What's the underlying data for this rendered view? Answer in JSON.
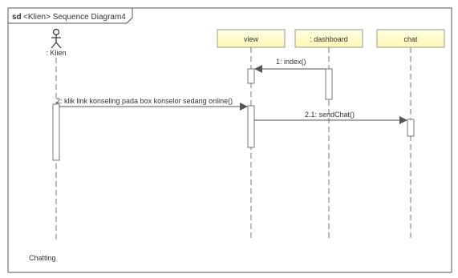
{
  "frame": {
    "keyword": "sd",
    "title": "<Klien> Sequence Diagram4"
  },
  "actor": {
    "name": ": Klien"
  },
  "lifelines": [
    {
      "id": "view",
      "label": "view"
    },
    {
      "id": "dashboard",
      "label": ": dashboard"
    },
    {
      "id": "chat",
      "label": "chat"
    }
  ],
  "messages": [
    {
      "id": "m1",
      "label": "1: index()",
      "from": "dashboard",
      "to": "view"
    },
    {
      "id": "m2",
      "label": "2: klik link konseling pada box konselor sedang online()",
      "from": "Klien",
      "to": "view"
    },
    {
      "id": "m3",
      "label": "2.1: sendChat()",
      "from": "view",
      "to": "chat"
    }
  ],
  "note": {
    "text": "Chatting"
  },
  "colors": {
    "lifeline_box_fill": "#ffffc8",
    "lifeline_box_stroke": "#999999",
    "frame_stroke": "#555555",
    "line": "#777777",
    "text": "#333333"
  }
}
